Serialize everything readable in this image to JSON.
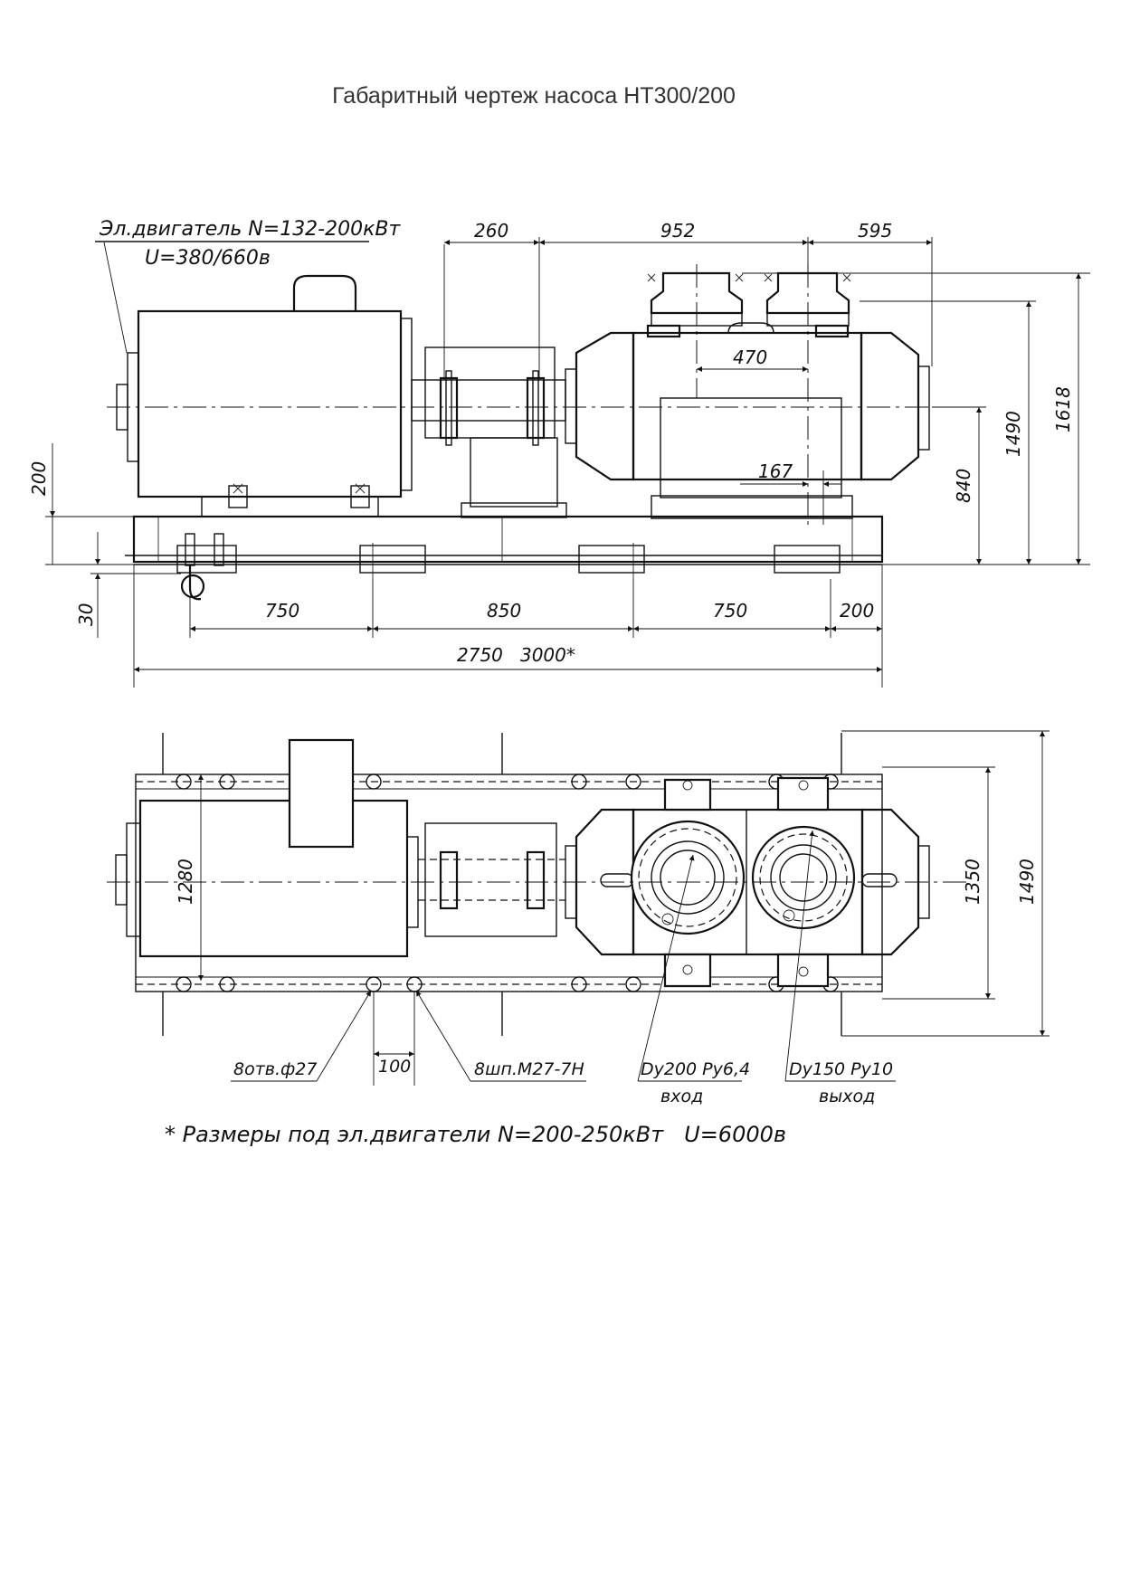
{
  "title": "Габаритный чертеж насоса  НТ300/200",
  "motor_label": {
    "line1": "Эл.двигатель N=132-200кВт",
    "line2": "U=380/660в"
  },
  "side_view": {
    "dims_top": [
      "260",
      "952",
      "595"
    ],
    "dim_470": "470",
    "dim_167": "167",
    "dims_right": [
      "840",
      "1490",
      "1618"
    ],
    "dim_left_200": "200",
    "dim_left_30": "30",
    "dims_bottom": [
      "750",
      "850",
      "750",
      "200"
    ],
    "dim_total": "2750   3000*"
  },
  "plan_view": {
    "dim_1280": "1280",
    "dim_1350": "1350",
    "dim_1490": "1490",
    "dim_100": "100",
    "holes_label": "8отв.ф27",
    "studs_label": "8шп.М27-7Н",
    "inlet_label": "Dy200 Py6,4",
    "inlet_note": "вход",
    "outlet_label": "Dy150 Py10",
    "outlet_note": "выход"
  },
  "footnote": "* Размеры под эл.двигатели N=200-250кВт   U=6000в"
}
